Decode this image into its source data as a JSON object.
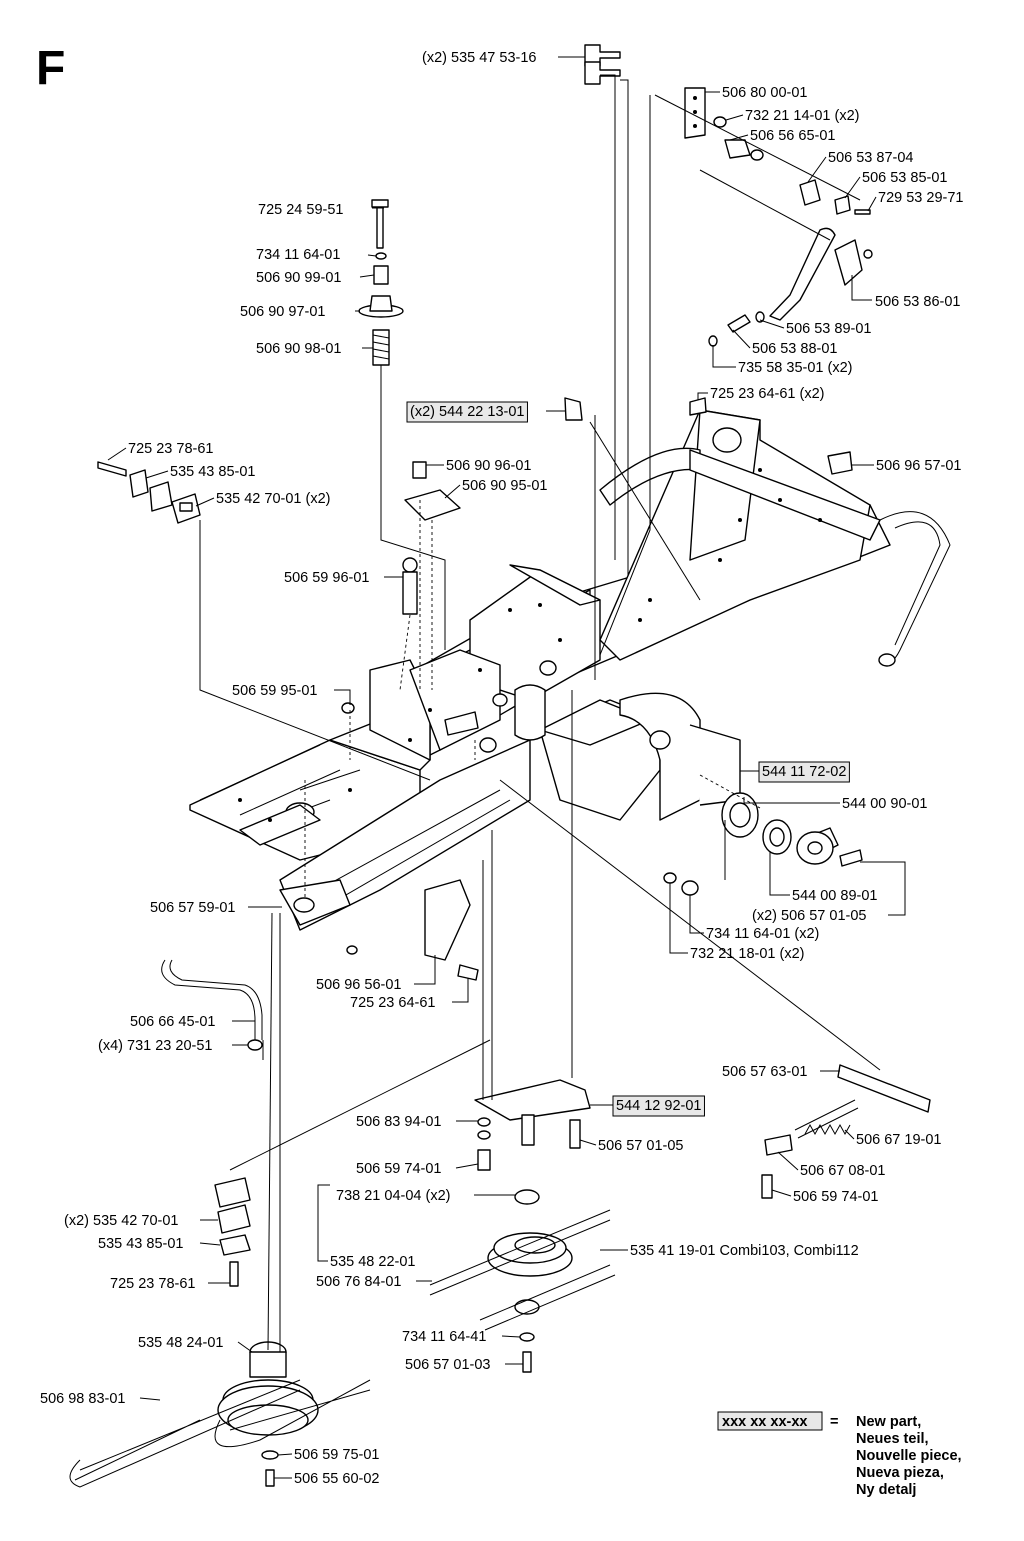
{
  "section_letter": "F",
  "labels": [
    {
      "id": "lbl_535475316",
      "qty": "(x2)",
      "part": "535 47 53-16",
      "note": ""
    },
    {
      "id": "lbl_506800001",
      "qty": "",
      "part": "506 80 00-01",
      "note": ""
    },
    {
      "id": "lbl_732211401",
      "qty": "",
      "part": "732 21 14-01",
      "note": "(x2)"
    },
    {
      "id": "lbl_506566501",
      "qty": "",
      "part": "506 56 65-01",
      "note": ""
    },
    {
      "id": "lbl_506538704",
      "qty": "",
      "part": "506 53 87-04",
      "note": ""
    },
    {
      "id": "lbl_506538501",
      "qty": "",
      "part": "506 53 85-01",
      "note": ""
    },
    {
      "id": "lbl_729532971",
      "qty": "",
      "part": "729 53 29-71",
      "note": ""
    },
    {
      "id": "lbl_725245951",
      "qty": "",
      "part": "725 24 59-51",
      "note": ""
    },
    {
      "id": "lbl_734116401a",
      "qty": "",
      "part": "734 11 64-01",
      "note": ""
    },
    {
      "id": "lbl_506909901",
      "qty": "",
      "part": "506 90 99-01",
      "note": ""
    },
    {
      "id": "lbl_506538601",
      "qty": "",
      "part": "506 53 86-01",
      "note": ""
    },
    {
      "id": "lbl_506909701",
      "qty": "",
      "part": "506 90 97-01",
      "note": ""
    },
    {
      "id": "lbl_506538901",
      "qty": "",
      "part": "506 53 89-01",
      "note": ""
    },
    {
      "id": "lbl_506909801",
      "qty": "",
      "part": "506 90 98-01",
      "note": ""
    },
    {
      "id": "lbl_506538801",
      "qty": "",
      "part": "506 53 88-01",
      "note": ""
    },
    {
      "id": "lbl_735583501",
      "qty": "",
      "part": "735 58 35-01",
      "note": "(x2)"
    },
    {
      "id": "lbl_725236461a",
      "qty": "",
      "part": "725 23 64-61",
      "note": "(x2)"
    },
    {
      "id": "lbl_544221301",
      "qty": "(x2)",
      "part": "544 22 13-01",
      "note": ""
    },
    {
      "id": "lbl_725237861a",
      "qty": "",
      "part": "725 23 78-61",
      "note": ""
    },
    {
      "id": "lbl_506909601",
      "qty": "",
      "part": "506 90 96-01",
      "note": ""
    },
    {
      "id": "lbl_506965701",
      "qty": "",
      "part": "506 96 57-01",
      "note": ""
    },
    {
      "id": "lbl_535438501a",
      "qty": "",
      "part": "535 43 85-01",
      "note": ""
    },
    {
      "id": "lbl_506909501",
      "qty": "",
      "part": "506 90 95-01",
      "note": ""
    },
    {
      "id": "lbl_535427001a",
      "qty": "",
      "part": "535 42 70-01",
      "note": "(x2)"
    },
    {
      "id": "lbl_506599601",
      "qty": "",
      "part": "506 59 96-01",
      "note": ""
    },
    {
      "id": "lbl_506599501",
      "qty": "",
      "part": "506 59 95-01",
      "note": ""
    },
    {
      "id": "lbl_544117202",
      "qty": "",
      "part": "544 11 72-02",
      "note": ""
    },
    {
      "id": "lbl_544009001",
      "qty": "",
      "part": "544 00 90-01",
      "note": ""
    },
    {
      "id": "lbl_544008901",
      "qty": "",
      "part": "544 00 89-01",
      "note": ""
    },
    {
      "id": "lbl_506570105a",
      "qty": "(x2)",
      "part": "506 57 01-05",
      "note": ""
    },
    {
      "id": "lbl_506575901",
      "qty": "",
      "part": "506 57 59-01",
      "note": ""
    },
    {
      "id": "lbl_734116401b",
      "qty": "",
      "part": "734 11 64-01",
      "note": "(x2)"
    },
    {
      "id": "lbl_732211801",
      "qty": "",
      "part": "732 21 18-01",
      "note": "(x2)"
    },
    {
      "id": "lbl_506965601",
      "qty": "",
      "part": "506 96 56-01",
      "note": ""
    },
    {
      "id": "lbl_725236461b",
      "qty": "",
      "part": "725 23 64-61",
      "note": ""
    },
    {
      "id": "lbl_506664501",
      "qty": "",
      "part": "506 66 45-01",
      "note": ""
    },
    {
      "id": "lbl_731232051",
      "qty": "(x4)",
      "part": "731 23 20-51",
      "note": ""
    },
    {
      "id": "lbl_506576301",
      "qty": "",
      "part": "506 57 63-01",
      "note": ""
    },
    {
      "id": "lbl_544129201",
      "qty": "",
      "part": "544 12 92-01",
      "note": ""
    },
    {
      "id": "lbl_506839401",
      "qty": "",
      "part": "506 83 94-01",
      "note": ""
    },
    {
      "id": "lbl_506570105b",
      "qty": "",
      "part": "506 57 01-05",
      "note": ""
    },
    {
      "id": "lbl_506671901",
      "qty": "",
      "part": "506 67 19-01",
      "note": ""
    },
    {
      "id": "lbl_506597401a",
      "qty": "",
      "part": "506 59 74-01",
      "note": ""
    },
    {
      "id": "lbl_506670801",
      "qty": "",
      "part": "506 67 08-01",
      "note": ""
    },
    {
      "id": "lbl_506597401b",
      "qty": "",
      "part": "506 59 74-01",
      "note": ""
    },
    {
      "id": "lbl_738210404",
      "qty": "",
      "part": "738 21 04-04",
      "note": "(x2)"
    },
    {
      "id": "lbl_535427001b",
      "qty": "(x2)",
      "part": "535 42 70-01",
      "note": ""
    },
    {
      "id": "lbl_535438501b",
      "qty": "",
      "part": "535 43 85-01",
      "note": ""
    },
    {
      "id": "lbl_535482201",
      "qty": "",
      "part": "535 48 22-01",
      "note": ""
    },
    {
      "id": "lbl_535411901",
      "qty": "",
      "part": "535 41 19-01",
      "note": "Combi103, Combi112"
    },
    {
      "id": "lbl_725237861b",
      "qty": "",
      "part": "725 23 78-61",
      "note": ""
    },
    {
      "id": "lbl_506768401",
      "qty": "",
      "part": "506 76 84-01",
      "note": ""
    },
    {
      "id": "lbl_535482401",
      "qty": "",
      "part": "535 48 24-01",
      "note": ""
    },
    {
      "id": "lbl_734116441",
      "qty": "",
      "part": "734 11 64-41",
      "note": ""
    },
    {
      "id": "lbl_506570103",
      "qty": "",
      "part": "506 57 01-03",
      "note": ""
    },
    {
      "id": "lbl_506988301",
      "qty": "",
      "part": "506 98 83-01",
      "note": ""
    },
    {
      "id": "lbl_506597501",
      "qty": "",
      "part": "506 59 75-01",
      "note": ""
    },
    {
      "id": "lbl_506556002",
      "qty": "",
      "part": "506 55 60-02",
      "note": ""
    }
  ],
  "legend": {
    "sample": "xxx xx xx-xx",
    "equals": "=",
    "lines": [
      "New part,",
      "Neues teil,",
      "Nouvelle piece,",
      "Nueva pieza,",
      "Ny detalj"
    ]
  }
}
